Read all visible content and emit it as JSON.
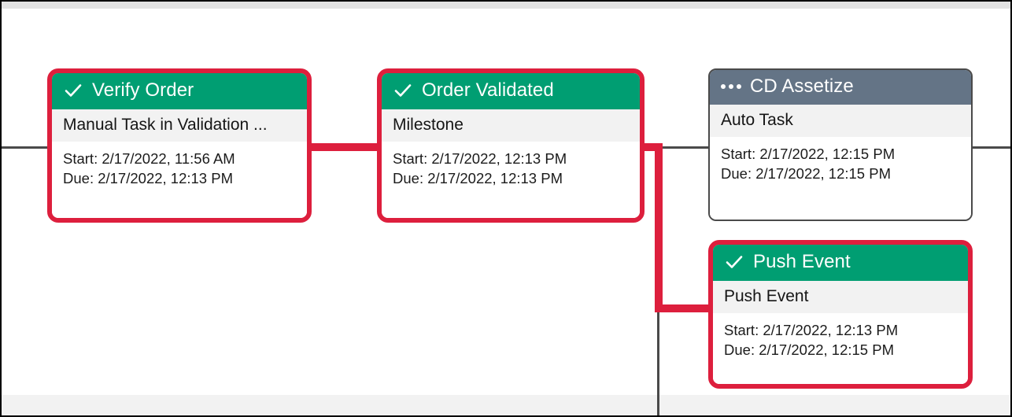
{
  "diagram": {
    "type": "workflow-timeline",
    "accent_highlight_color": "#dd1f3d",
    "status_done_color": "#009e72",
    "status_pending_color": "#647486",
    "nodes": [
      {
        "id": "verify-order",
        "title": "Verify Order",
        "subtitle": "Manual Task in Validation ...",
        "status_icon": "check-icon",
        "state": "completed",
        "highlighted": true,
        "start_label": "Start: 2/17/2022, 11:56 AM",
        "due_label": "Due: 2/17/2022, 12:13 PM"
      },
      {
        "id": "order-validated",
        "title": "Order Validated",
        "subtitle": "Milestone",
        "status_icon": "check-icon",
        "state": "completed",
        "highlighted": true,
        "start_label": "Start: 2/17/2022, 12:13 PM",
        "due_label": "Due: 2/17/2022, 12:13 PM"
      },
      {
        "id": "cd-assetize",
        "title": "CD Assetize",
        "subtitle": "Auto Task",
        "status_icon": "ellipsis-icon",
        "state": "pending",
        "highlighted": false,
        "start_label": "Start: 2/17/2022, 12:15 PM",
        "due_label": "Due: 2/17/2022, 12:15 PM"
      },
      {
        "id": "push-event",
        "title": "Push Event",
        "subtitle": "Push Event",
        "status_icon": "check-icon",
        "state": "completed",
        "highlighted": true,
        "start_label": "Start: 2/17/2022, 12:13 PM",
        "due_label": "Due: 2/17/2022, 12:15 PM"
      }
    ]
  }
}
